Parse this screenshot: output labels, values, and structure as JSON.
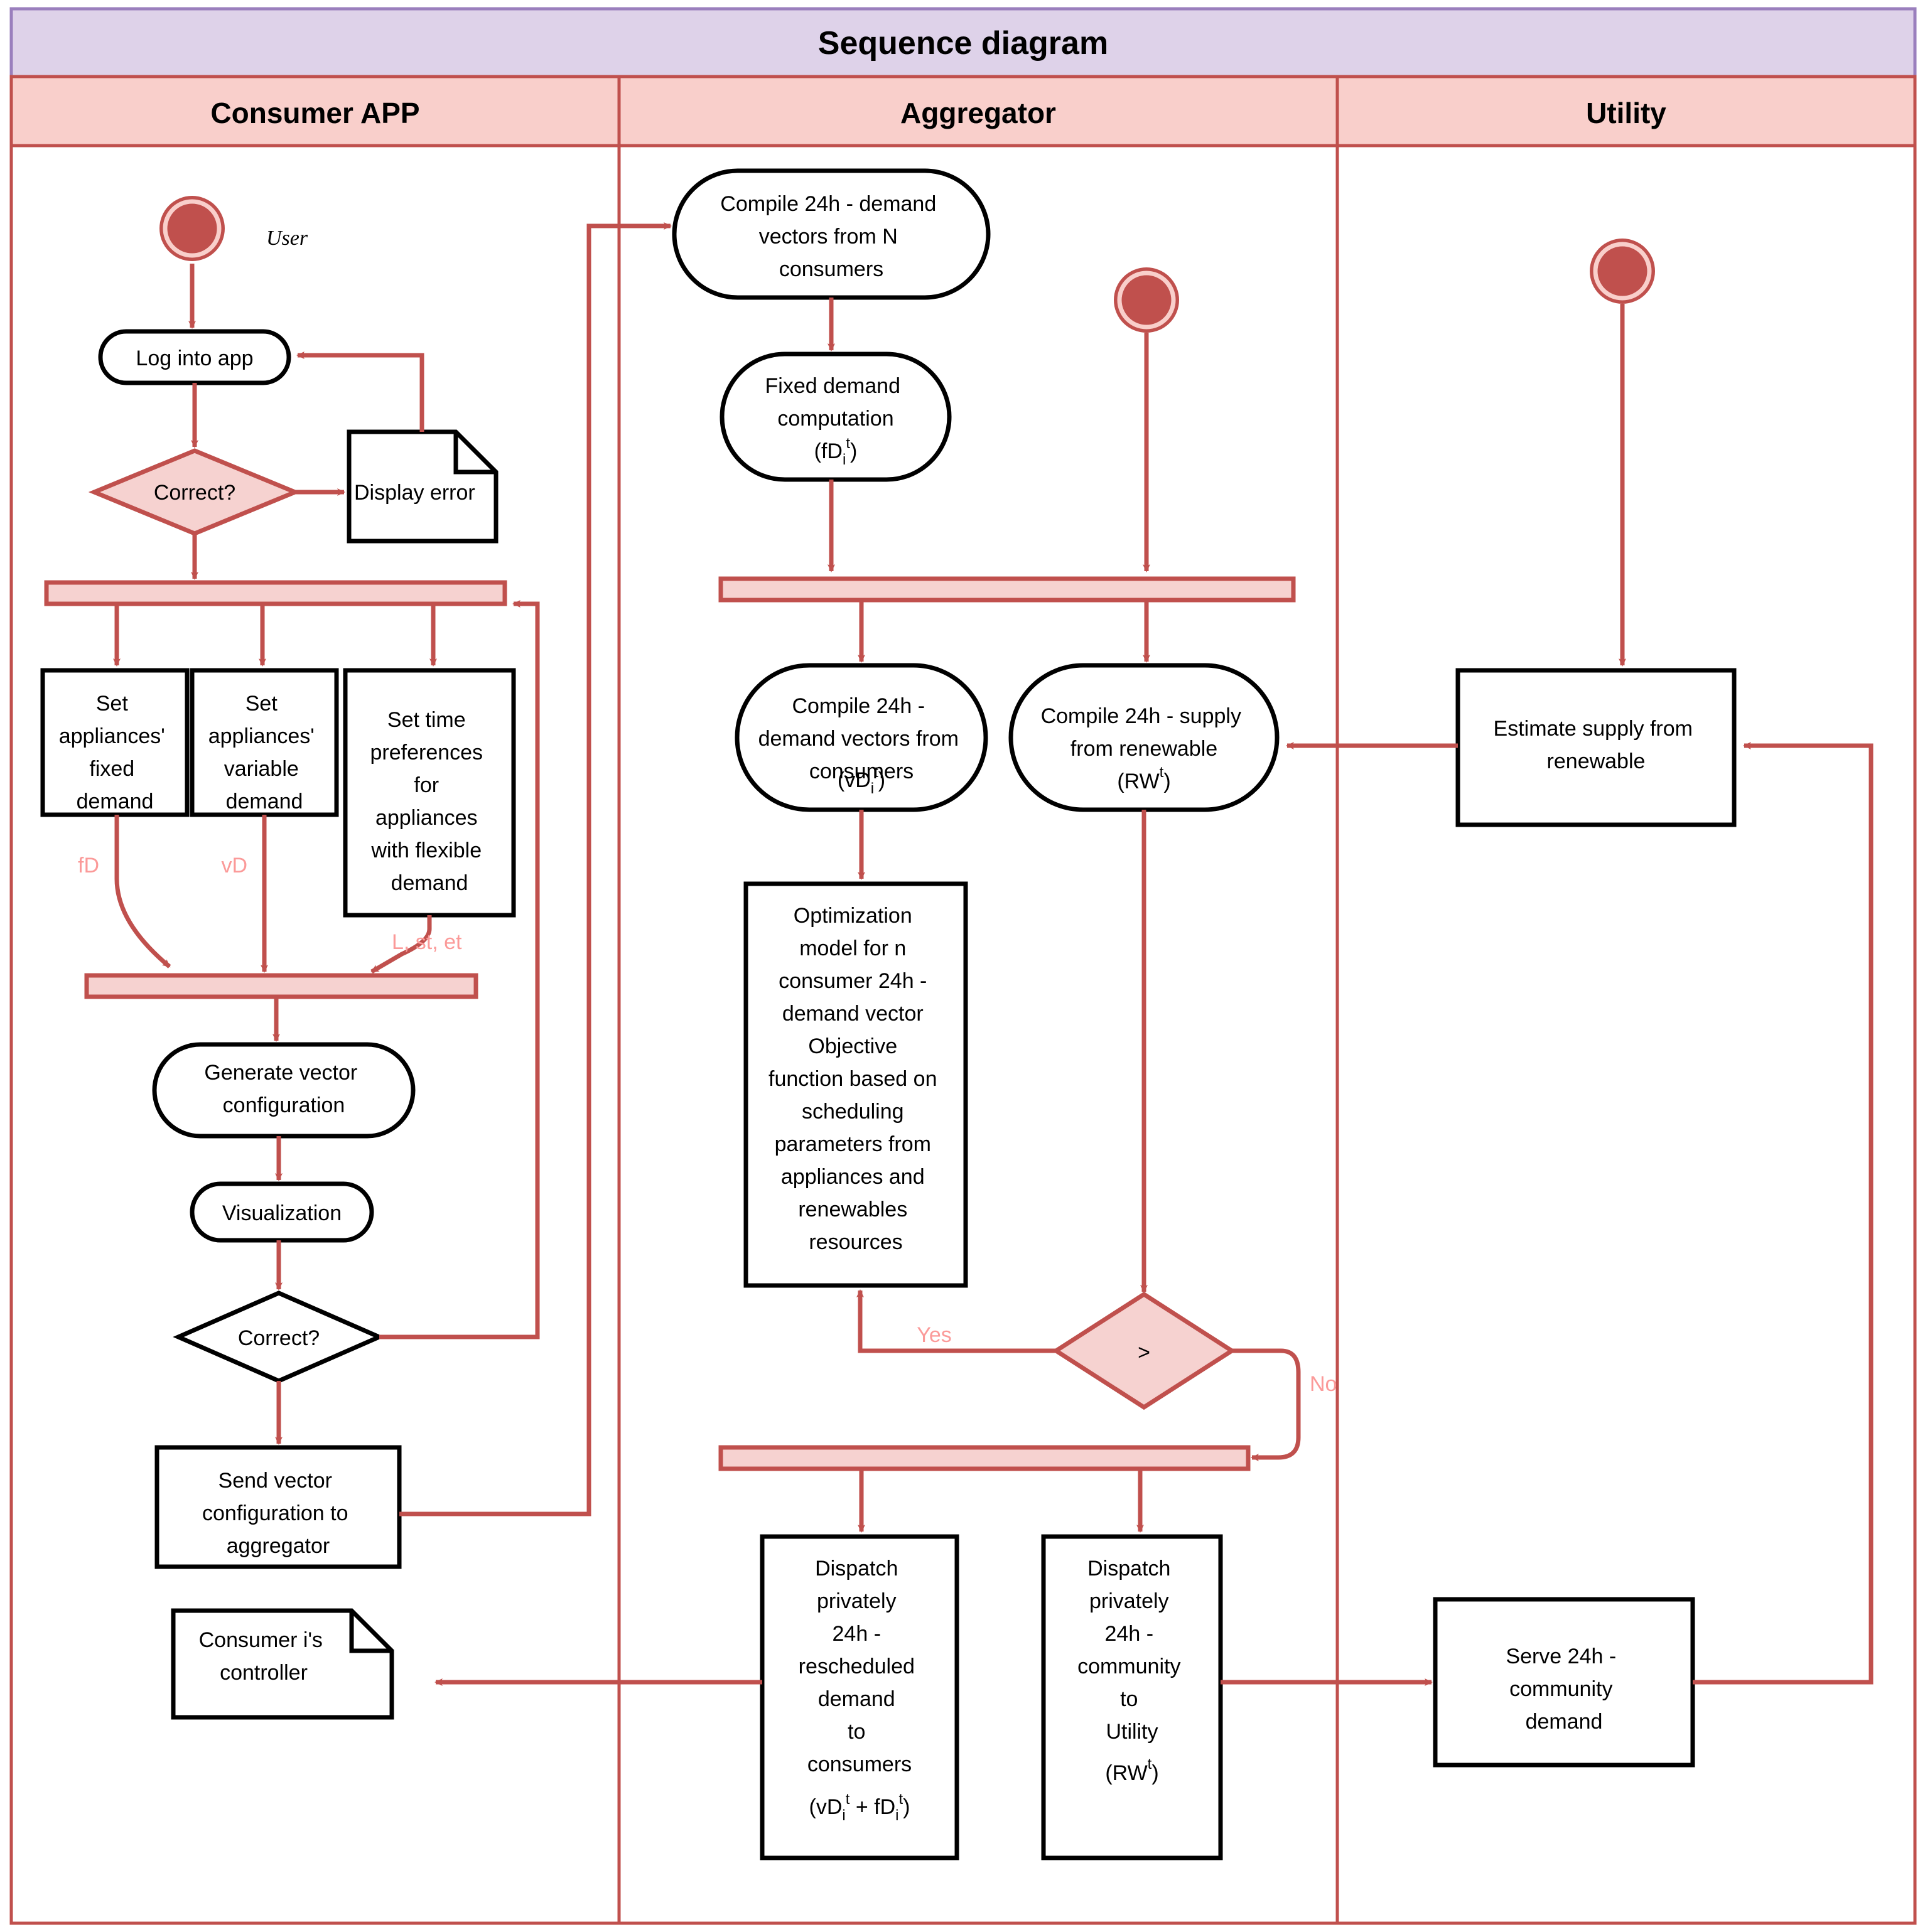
{
  "title": "Sequence diagram",
  "colors": {
    "title_band": "#ded2e9",
    "title_band_border": "#9a7fbd",
    "lane_header": "#f9cfcb",
    "lane_border": "#c0504d",
    "arrow": "#c0504d",
    "bar_fill": "#f6d2d0",
    "diamond_fill": "#f6d2d0",
    "edge_label": "#fb9a99",
    "node_border": "#000000",
    "node_fill": "#ffffff"
  },
  "lanes": [
    {
      "id": "consumer-app",
      "label": "Consumer  APP"
    },
    {
      "id": "aggregator",
      "label": "Aggregator"
    },
    {
      "id": "utility",
      "label": "Utility"
    }
  ],
  "actors": [
    {
      "id": "user",
      "label": "User"
    },
    {
      "id": "aggregator-actor",
      "label": ""
    },
    {
      "id": "utility-actor",
      "label": ""
    }
  ],
  "nodes": {
    "log_into_app": "Log into app",
    "correct_1": "Correct?",
    "display_error": "Display error",
    "set_fixed": [
      "Set",
      "appliances'",
      "fixed",
      "demand"
    ],
    "set_variable": [
      "Set",
      "appliances'",
      "variable",
      "demand"
    ],
    "set_time_pref": [
      "Set time",
      "preferences",
      "for",
      "appliances",
      "with flexible",
      "demand"
    ],
    "generate_vector": [
      "Generate vector",
      "configuration"
    ],
    "visualization": "Visualization",
    "correct_2": "Correct?",
    "send_vector": [
      "Send vector",
      "configuration to",
      "aggregator"
    ],
    "consumer_controller": [
      "Consumer i's",
      "controller"
    ],
    "compile_demand_n": [
      "Compile 24h - demand",
      "vectors from N",
      "consumers"
    ],
    "fixed_demand_computation": [
      "Fixed demand",
      "computation",
      "(fDᵢᵗ)"
    ],
    "fixed_demand_computation_lines": [
      "Fixed demand",
      "computation"
    ],
    "fixed_demand_formula": {
      "pre": "(fD",
      "sub": "i",
      "sup": "t",
      "post": ")"
    },
    "compile_demand_vectors": [
      "Compile 24h -",
      "demand vectors from",
      "consumers"
    ],
    "compile_demand_vectors_formula": {
      "pre": "(vD",
      "sub": "i",
      "sup": "t",
      "post": ")"
    },
    "compile_supply": [
      "Compile 24h - supply",
      "from renewable"
    ],
    "compile_supply_formula": {
      "pre": "(RW",
      "sub": "",
      "sup": "t",
      "post": ")"
    },
    "optimization_model": [
      "Optimization",
      "model for n",
      "consumer 24h  -",
      "demand vector",
      "",
      "Objective",
      "function based on",
      "scheduling",
      "parameters from",
      "appliances and",
      "renewables",
      "resources"
    ],
    "comparator": ">",
    "dispatch_consumers": [
      "Dispatch",
      "privately",
      "24h -",
      "rescheduled",
      "demand",
      "to",
      "consumers"
    ],
    "dispatch_consumers_formula": {
      "pre": "(vD",
      "sub": "i",
      "sup": "t",
      "mid": " + fD",
      "sub2": "i",
      "sup2": "t",
      "post": ")"
    },
    "dispatch_utility": [
      "Dispatch",
      "privately",
      "24h -",
      "community",
      "to",
      "Utility"
    ],
    "dispatch_utility_formula": {
      "pre": "(RW",
      "sup": "t",
      "post": ")"
    },
    "estimate_supply": [
      "Estimate supply from",
      "renewable"
    ],
    "serve_demand": [
      "Serve 24h -",
      "community",
      "demand"
    ]
  },
  "edge_labels": {
    "fD": "fD",
    "vD": "vD",
    "L_st_et": "L, st, et",
    "yes": "Yes",
    "no": "No"
  }
}
